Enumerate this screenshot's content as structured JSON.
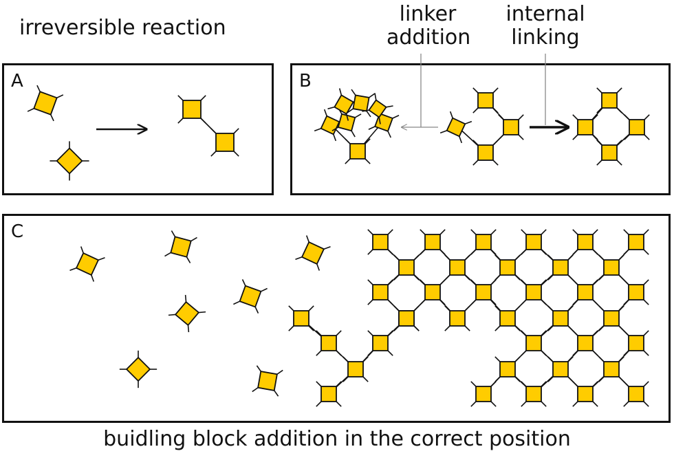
{
  "labels": {
    "top_title": "irreversible reaction",
    "bottom_title": "buidling block addition in the correct position",
    "linker": [
      "linker",
      "addition"
    ],
    "internal": [
      "internal",
      "linking"
    ]
  },
  "panels": {
    "a": "A",
    "b": "B",
    "c": "C"
  },
  "colors": {
    "block_fill": "#FFCC00",
    "stroke": "#111111",
    "thin_arrow": "#888888"
  }
}
